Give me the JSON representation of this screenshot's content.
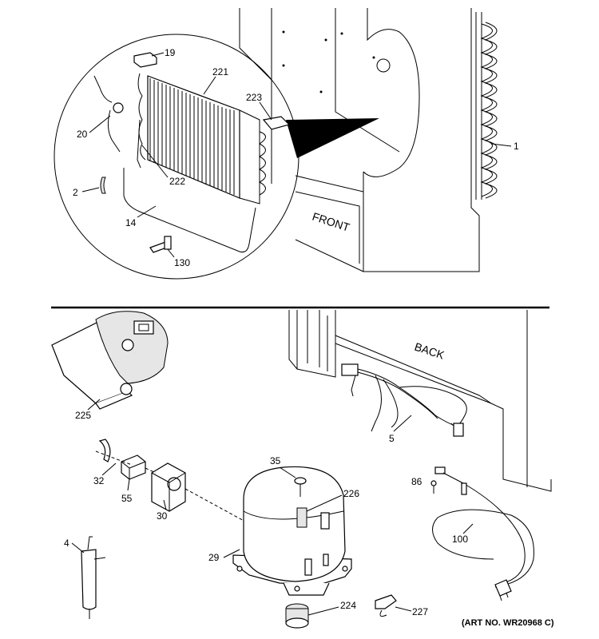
{
  "section_labels": {
    "front": "FRONT",
    "back": "BACK"
  },
  "art_number": "(ART NO. WR20968 C)",
  "callouts": {
    "c19": "19",
    "c221": "221",
    "c223": "223",
    "c20": "20",
    "c222": "222",
    "c2": "2",
    "c14": "14",
    "c130": "130",
    "c1": "1",
    "c225": "225",
    "c5": "5",
    "c32": "32",
    "c55": "55",
    "c30": "30",
    "c35": "35",
    "c226": "226",
    "c29": "29",
    "c4": "4",
    "c224": "224",
    "c227": "227",
    "c86": "86",
    "c100": "100"
  }
}
